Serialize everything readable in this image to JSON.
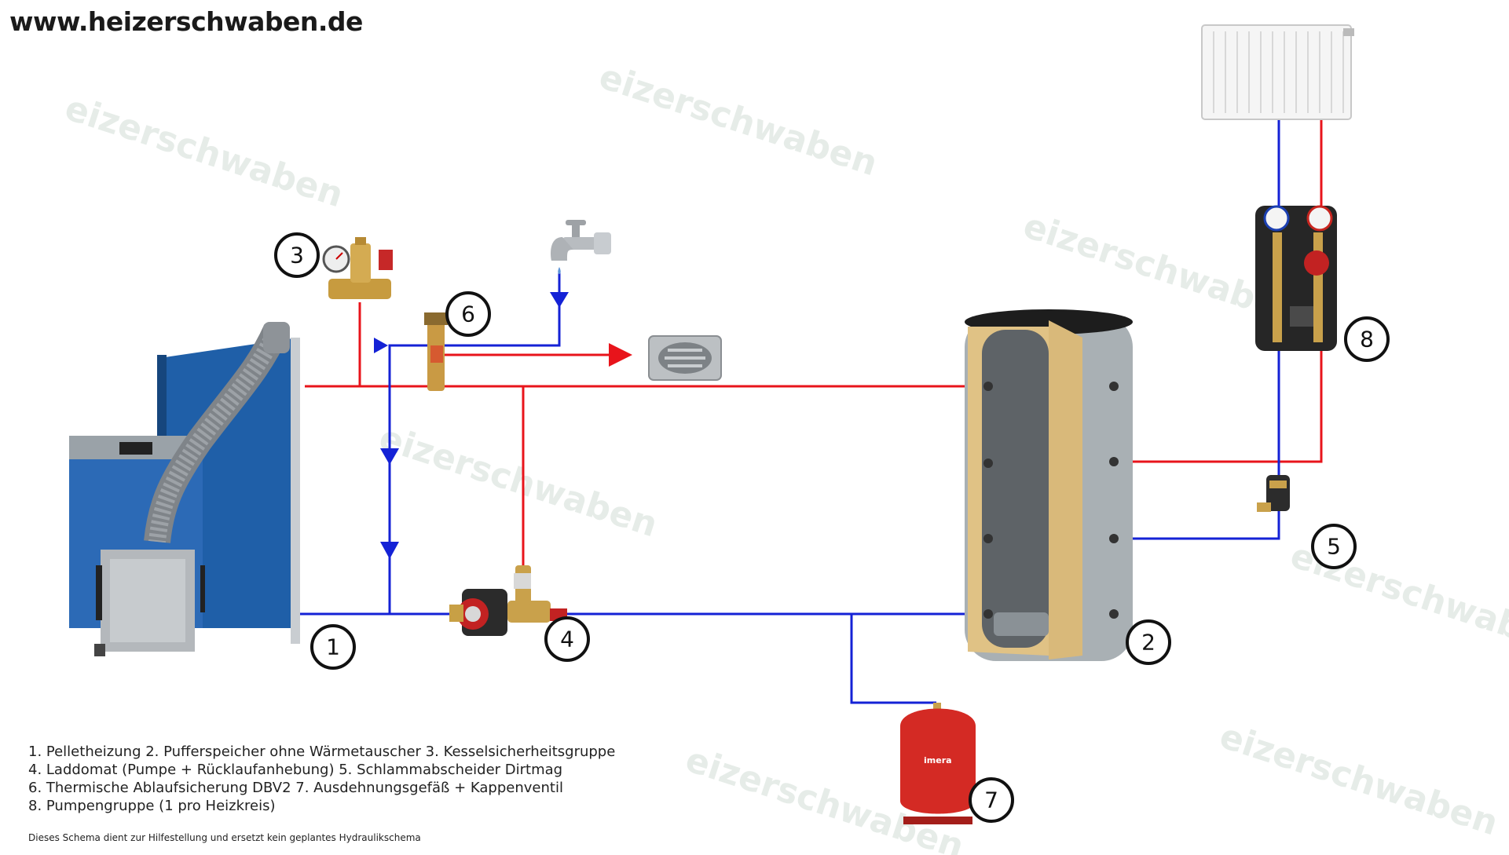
{
  "site_url": "www.heizerschwaben.de",
  "watermark_text": "eizerschwaben",
  "legend": {
    "line1": "1. Pelletheizung   2. Pufferspeicher ohne Wärmetauscher   3. Kesselsicherheitsgruppe",
    "line2": "4. Laddomat (Pumpe + Rücklaufanhebung) 5. Schlammabscheider Dirtmag",
    "line3": "6. Thermische Ablaufsicherung DBV2  7. Ausdehnungsgefäß + Kappenventil",
    "line4": "8. Pumpengruppe (1 pro Heizkreis)"
  },
  "disclaimer": "Dieses Schema dient zur Hilfestellung und ersetzt kein geplantes Hydraulikschema",
  "callouts": {
    "c1": "1",
    "c2": "2",
    "c3": "3",
    "c4": "4",
    "c5": "5",
    "c6": "6",
    "c7": "7",
    "c8": "8"
  },
  "expansion_vessel_brand": "imera",
  "colors": {
    "supply": "#e8141b",
    "return": "#1422d6",
    "boiler_blue": "#1f5fa8",
    "tank_grey": "#a9b0b4",
    "vessel_red": "#d42a24"
  }
}
